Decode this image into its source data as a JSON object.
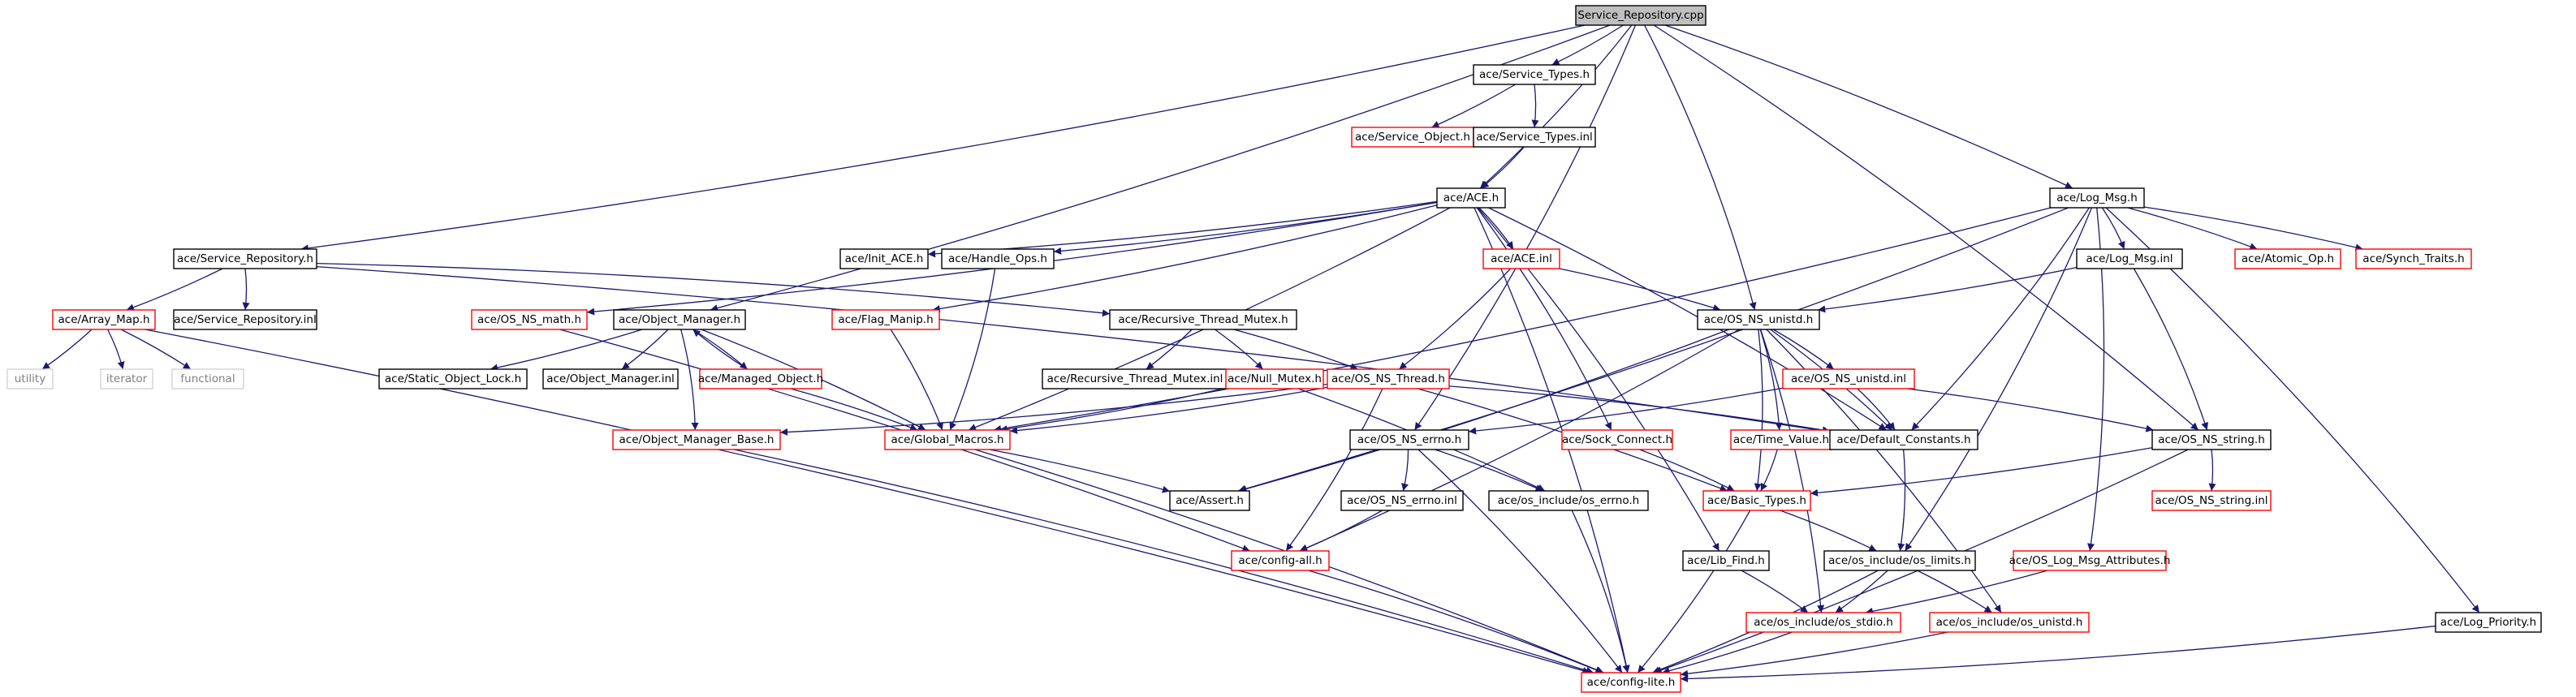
{
  "colors": {
    "edge": "#191970",
    "root_fill": "#bfbfbf",
    "normal_border": "#000000",
    "missing_border": "#ff0000",
    "external_border": "#d3d3d3"
  },
  "nodes": [
    {
      "id": "root",
      "label": "Service_Repository.cpp",
      "kind": "root"
    },
    {
      "id": "svc_types_h",
      "label": "ace/Service_Types.h",
      "kind": "black"
    },
    {
      "id": "svc_object_h",
      "label": "ace/Service_Object.h",
      "kind": "red"
    },
    {
      "id": "svc_types_inl",
      "label": "ace/Service_Types.inl",
      "kind": "black"
    },
    {
      "id": "ace_h",
      "label": "ace/ACE.h",
      "kind": "black"
    },
    {
      "id": "log_msg_h",
      "label": "ace/Log_Msg.h",
      "kind": "black"
    },
    {
      "id": "svc_repo_h",
      "label": "ace/Service_Repository.h",
      "kind": "black"
    },
    {
      "id": "init_ace_h",
      "label": "ace/Init_ACE.h",
      "kind": "black"
    },
    {
      "id": "handle_ops_h",
      "label": "ace/Handle_Ops.h",
      "kind": "black"
    },
    {
      "id": "ace_inl",
      "label": "ace/ACE.inl",
      "kind": "red"
    },
    {
      "id": "log_msg_inl",
      "label": "ace/Log_Msg.inl",
      "kind": "black"
    },
    {
      "id": "atomic_op_h",
      "label": "ace/Atomic_Op.h",
      "kind": "red"
    },
    {
      "id": "synch_traits_h",
      "label": "ace/Synch_Traits.h",
      "kind": "red"
    },
    {
      "id": "array_map_h",
      "label": "ace/Array_Map.h",
      "kind": "red"
    },
    {
      "id": "svc_repo_inl",
      "label": "ace/Service_Repository.inl",
      "kind": "black"
    },
    {
      "id": "os_ns_math_h",
      "label": "ace/OS_NS_math.h",
      "kind": "red"
    },
    {
      "id": "obj_mgr_h",
      "label": "ace/Object_Manager.h",
      "kind": "black"
    },
    {
      "id": "flag_manip_h",
      "label": "ace/Flag_Manip.h",
      "kind": "red"
    },
    {
      "id": "rec_mutex_h",
      "label": "ace/Recursive_Thread_Mutex.h",
      "kind": "black"
    },
    {
      "id": "os_ns_unistd_h",
      "label": "ace/OS_NS_unistd.h",
      "kind": "black"
    },
    {
      "id": "utility",
      "label": "utility",
      "kind": "gray"
    },
    {
      "id": "iterator",
      "label": "iterator",
      "kind": "gray"
    },
    {
      "id": "functional",
      "label": "functional",
      "kind": "gray"
    },
    {
      "id": "static_obj_lock_h",
      "label": "ace/Static_Object_Lock.h",
      "kind": "black"
    },
    {
      "id": "obj_mgr_inl",
      "label": "ace/Object_Manager.inl",
      "kind": "black"
    },
    {
      "id": "managed_obj_h",
      "label": "ace/Managed_Object.h",
      "kind": "red"
    },
    {
      "id": "rec_mutex_inl",
      "label": "ace/Recursive_Thread_Mutex.inl",
      "kind": "black"
    },
    {
      "id": "null_mutex_h",
      "label": "ace/Null_Mutex.h",
      "kind": "red"
    },
    {
      "id": "os_ns_thread_h",
      "label": "ace/OS_NS_Thread.h",
      "kind": "red"
    },
    {
      "id": "os_ns_unistd_inl",
      "label": "ace/OS_NS_unistd.inl",
      "kind": "red"
    },
    {
      "id": "obj_mgr_base_h",
      "label": "ace/Object_Manager_Base.h",
      "kind": "red"
    },
    {
      "id": "global_macros_h",
      "label": "ace/Global_Macros.h",
      "kind": "red"
    },
    {
      "id": "os_ns_errno_h",
      "label": "ace/OS_NS_errno.h",
      "kind": "black"
    },
    {
      "id": "sock_connect_h",
      "label": "ace/Sock_Connect.h",
      "kind": "red"
    },
    {
      "id": "time_value_h",
      "label": "ace/Time_Value.h",
      "kind": "red"
    },
    {
      "id": "default_constants_h",
      "label": "ace/Default_Constants.h",
      "kind": "black"
    },
    {
      "id": "os_ns_string_h",
      "label": "ace/OS_NS_string.h",
      "kind": "black"
    },
    {
      "id": "assert_h",
      "label": "ace/Assert.h",
      "kind": "black"
    },
    {
      "id": "os_ns_errno_inl",
      "label": "ace/OS_NS_errno.inl",
      "kind": "black"
    },
    {
      "id": "os_errno_h",
      "label": "ace/os_include/os_errno.h",
      "kind": "black"
    },
    {
      "id": "basic_types_h",
      "label": "ace/Basic_Types.h",
      "kind": "red"
    },
    {
      "id": "os_ns_string_inl",
      "label": "ace/OS_NS_string.inl",
      "kind": "red"
    },
    {
      "id": "config_all_h",
      "label": "ace/config-all.h",
      "kind": "red"
    },
    {
      "id": "lib_find_h",
      "label": "ace/Lib_Find.h",
      "kind": "black"
    },
    {
      "id": "os_limits_h",
      "label": "ace/os_include/os_limits.h",
      "kind": "black"
    },
    {
      "id": "os_log_msg_attr_h",
      "label": "ace/OS_Log_Msg_Attributes.h",
      "kind": "red"
    },
    {
      "id": "os_stdio_h",
      "label": "ace/os_include/os_stdio.h",
      "kind": "red"
    },
    {
      "id": "os_unistd_h",
      "label": "ace/os_include/os_unistd.h",
      "kind": "red"
    },
    {
      "id": "log_priority_h",
      "label": "ace/Log_Priority.h",
      "kind": "black"
    },
    {
      "id": "config_lite_h",
      "label": "ace/config-lite.h",
      "kind": "red"
    }
  ],
  "edges": [
    [
      "root",
      "svc_types_h"
    ],
    [
      "root",
      "ace_h"
    ],
    [
      "root",
      "log_msg_h"
    ],
    [
      "root",
      "svc_repo_h"
    ],
    [
      "root",
      "obj_mgr_h"
    ],
    [
      "root",
      "os_ns_unistd_h"
    ],
    [
      "root",
      "os_ns_errno_h"
    ],
    [
      "root",
      "os_ns_string_h"
    ],
    [
      "svc_types_h",
      "svc_object_h"
    ],
    [
      "svc_types_h",
      "svc_types_inl"
    ],
    [
      "svc_types_inl",
      "ace_h"
    ],
    [
      "ace_h",
      "init_ace_h"
    ],
    [
      "ace_h",
      "handle_ops_h"
    ],
    [
      "ace_h",
      "ace_inl"
    ],
    [
      "ace_h",
      "os_ns_math_h"
    ],
    [
      "ace_h",
      "flag_manip_h"
    ],
    [
      "ace_h",
      "sock_connect_h"
    ],
    [
      "ace_h",
      "lib_find_h"
    ],
    [
      "ace_h",
      "default_constants_h"
    ],
    [
      "ace_h",
      "config_lite_h"
    ],
    [
      "ace_h",
      "global_macros_h"
    ],
    [
      "ace_inl",
      "os_ns_unistd_h"
    ],
    [
      "ace_inl",
      "os_ns_thread_h"
    ],
    [
      "handle_ops_h",
      "global_macros_h"
    ],
    [
      "flag_manip_h",
      "global_macros_h"
    ],
    [
      "os_ns_math_h",
      "config_all_h"
    ],
    [
      "svc_repo_h",
      "array_map_h"
    ],
    [
      "svc_repo_h",
      "svc_repo_inl"
    ],
    [
      "svc_repo_h",
      "rec_mutex_h"
    ],
    [
      "svc_repo_h",
      "default_constants_h"
    ],
    [
      "array_map_h",
      "utility"
    ],
    [
      "array_map_h",
      "iterator"
    ],
    [
      "array_map_h",
      "functional"
    ],
    [
      "array_map_h",
      "config_lite_h"
    ],
    [
      "obj_mgr_h",
      "static_obj_lock_h"
    ],
    [
      "obj_mgr_h",
      "obj_mgr_inl"
    ],
    [
      "obj_mgr_h",
      "managed_obj_h"
    ],
    [
      "obj_mgr_h",
      "global_macros_h"
    ],
    [
      "obj_mgr_h",
      "obj_mgr_base_h"
    ],
    [
      "managed_obj_h",
      "obj_mgr_h"
    ],
    [
      "managed_obj_h",
      "global_macros_h"
    ],
    [
      "rec_mutex_h",
      "rec_mutex_inl"
    ],
    [
      "rec_mutex_h",
      "null_mutex_h"
    ],
    [
      "rec_mutex_h",
      "os_ns_thread_h"
    ],
    [
      "null_mutex_h",
      "global_macros_h"
    ],
    [
      "null_mutex_h",
      "os_errno_h"
    ],
    [
      "os_ns_thread_h",
      "global_macros_h"
    ],
    [
      "os_ns_thread_h",
      "obj_mgr_base_h"
    ],
    [
      "os_ns_thread_h",
      "default_constants_h"
    ],
    [
      "os_ns_thread_h",
      "basic_types_h"
    ],
    [
      "os_ns_thread_h",
      "config_all_h"
    ],
    [
      "os_ns_unistd_h",
      "os_ns_unistd_inl"
    ],
    [
      "os_ns_unistd_h",
      "time_value_h"
    ],
    [
      "os_ns_unistd_h",
      "basic_types_h"
    ],
    [
      "os_ns_unistd_h",
      "default_constants_h"
    ],
    [
      "os_ns_unistd_h",
      "os_stdio_h"
    ],
    [
      "os_ns_unistd_h",
      "os_unistd_h"
    ],
    [
      "os_ns_unistd_h",
      "assert_h"
    ],
    [
      "os_ns_unistd_h",
      "config_all_h"
    ],
    [
      "os_ns_unistd_inl",
      "default_constants_h"
    ],
    [
      "os_ns_unistd_inl",
      "os_ns_string_h"
    ],
    [
      "os_ns_unistd_inl",
      "os_ns_errno_h"
    ],
    [
      "log_msg_h",
      "log_msg_inl"
    ],
    [
      "log_msg_h",
      "atomic_op_h"
    ],
    [
      "log_msg_h",
      "synch_traits_h"
    ],
    [
      "log_msg_h",
      "default_constants_h"
    ],
    [
      "log_msg_h",
      "os_log_msg_attr_h"
    ],
    [
      "log_msg_h",
      "log_priority_h"
    ],
    [
      "log_msg_h",
      "os_limits_h"
    ],
    [
      "log_msg_h",
      "global_macros_h"
    ],
    [
      "log_msg_h",
      "assert_h"
    ],
    [
      "log_msg_inl",
      "os_ns_unistd_h"
    ],
    [
      "log_msg_inl",
      "os_ns_string_h"
    ],
    [
      "os_ns_errno_h",
      "os_ns_errno_inl"
    ],
    [
      "os_ns_errno_h",
      "os_errno_h"
    ],
    [
      "os_ns_errno_h",
      "config_lite_h"
    ],
    [
      "os_ns_errno_inl",
      "config_all_h"
    ],
    [
      "sock_connect_h",
      "basic_types_h"
    ],
    [
      "time_value_h",
      "basic_types_h"
    ],
    [
      "global_macros_h",
      "assert_h"
    ],
    [
      "global_macros_h",
      "config_lite_h"
    ],
    [
      "obj_mgr_base_h",
      "config_lite_h"
    ],
    [
      "default_constants_h",
      "os_limits_h"
    ],
    [
      "os_ns_string_h",
      "basic_types_h"
    ],
    [
      "os_ns_string_h",
      "os_ns_string_inl"
    ],
    [
      "os_ns_string_h",
      "config_lite_h"
    ],
    [
      "basic_types_h",
      "os_limits_h"
    ],
    [
      "basic_types_h",
      "config_lite_h"
    ],
    [
      "os_errno_h",
      "config_lite_h"
    ],
    [
      "config_all_h",
      "config_lite_h"
    ],
    [
      "lib_find_h",
      "os_stdio_h"
    ],
    [
      "os_limits_h",
      "os_stdio_h"
    ],
    [
      "os_limits_h",
      "os_unistd_h"
    ],
    [
      "os_limits_h",
      "config_lite_h"
    ],
    [
      "os_log_msg_attr_h",
      "os_stdio_h"
    ],
    [
      "os_stdio_h",
      "config_lite_h"
    ],
    [
      "os_unistd_h",
      "config_lite_h"
    ],
    [
      "log_priority_h",
      "config_lite_h"
    ]
  ]
}
